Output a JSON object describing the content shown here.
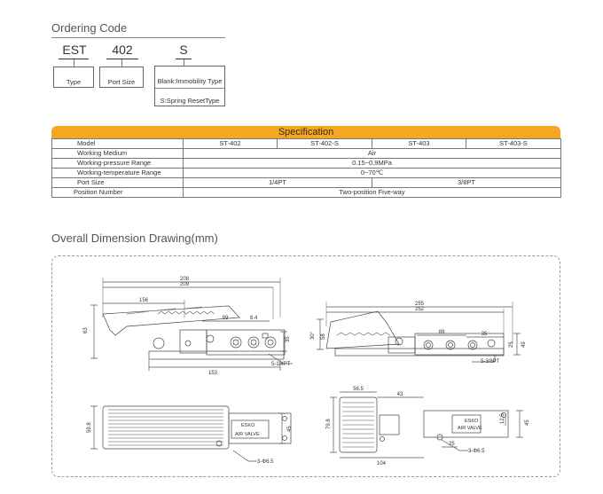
{
  "ordering": {
    "title": "Ordering Code",
    "parts": [
      "EST",
      "402",
      "S"
    ],
    "boxes": {
      "type": "Type",
      "port_size": "Port Size",
      "blank": "Blank:Immobility Type",
      "spring": "S:Spring ResetType"
    }
  },
  "spec": {
    "title": "Specification",
    "model_label": "Model",
    "models": [
      "ST-402",
      "ST-402-S",
      "ST-403",
      "ST-403-S"
    ],
    "rows": [
      {
        "label": "Working Medium",
        "value": "Air"
      },
      {
        "label": "Working-pressure Range",
        "value": "0.15~0.9MPa"
      },
      {
        "label": "Working-temperature Range",
        "value": "0~70℃"
      }
    ],
    "port_size": {
      "label": "Port Size",
      "left": "1/4PT",
      "right": "3/8PT"
    },
    "position": {
      "label": "Position Number",
      "value": "Two-position Five-way"
    }
  },
  "dimension": {
    "title": "Overall Dimension Drawing(mm)",
    "left_side": {
      "overall": "208",
      "length": "209",
      "lever": "156",
      "body": "89",
      "offset": "8.4",
      "height": "63",
      "base": "153",
      "port": "5-1/4PT",
      "misc": "35"
    },
    "right_side": {
      "overall": "255",
      "length": "252",
      "body": "89",
      "offset": "35",
      "angle": "30°",
      "height": "58",
      "port": "5-3/8PT",
      "d1": "25",
      "d2": "49"
    },
    "left_top": {
      "width": "59.8",
      "label": "AIR VALVE",
      "brand": "ESKO",
      "hole": "3-Φ6.5",
      "h": "45"
    },
    "right_top": {
      "pedal": "56.5",
      "gap": "43",
      "width": "79.8",
      "base": "104",
      "hole": "3-Φ6.5",
      "a": "25",
      "label": "AIR VALVE",
      "brand": "ESKO",
      "h": "45",
      "h2": "12.5"
    }
  }
}
